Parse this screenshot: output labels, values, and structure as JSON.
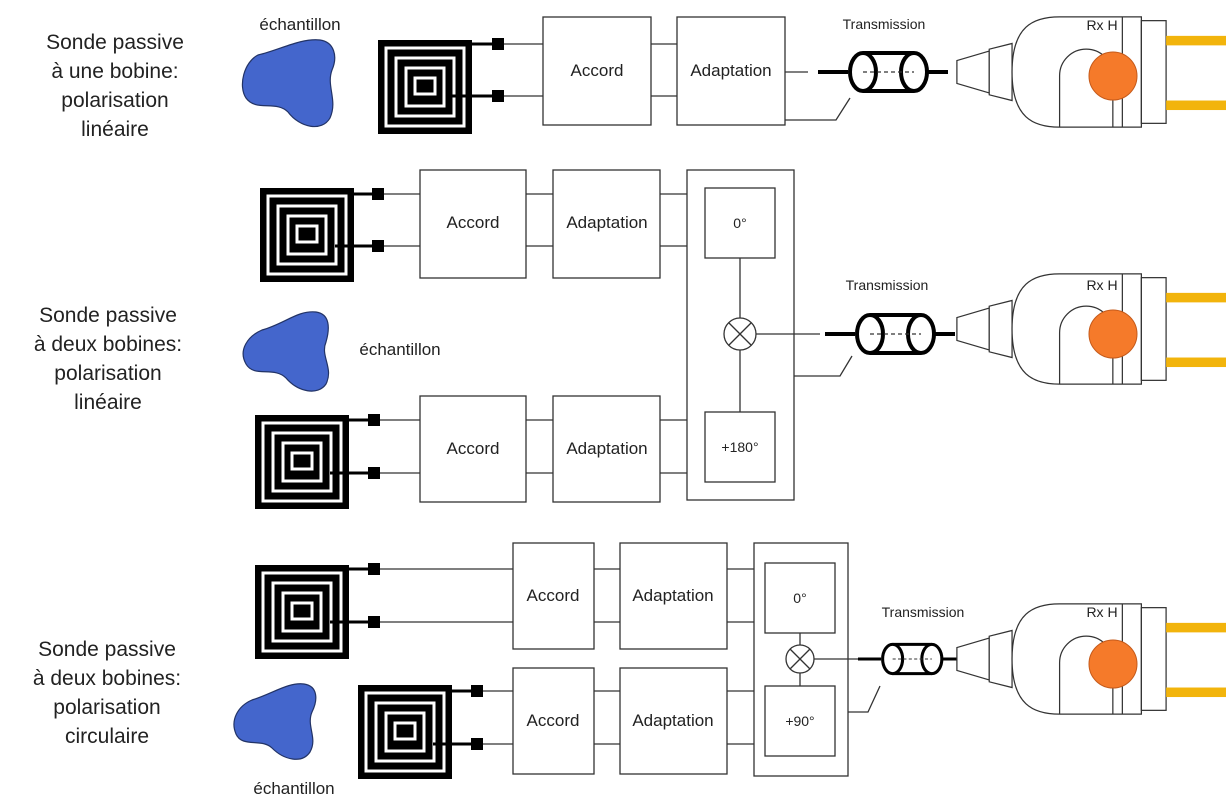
{
  "sections": [
    {
      "title_lines": [
        "Sonde passive",
        "à une bobine:",
        "polarisation",
        "linéaire"
      ],
      "sample_label": "échantillon",
      "blocks": [
        "Accord",
        "Adaptation"
      ],
      "transmission_label": "Transmission",
      "receiver_label": "Rx H"
    },
    {
      "title_lines": [
        "Sonde passive",
        "à deux bobines:",
        "polarisation",
        "linéaire"
      ],
      "sample_label": "échantillon",
      "blocks_top": [
        "Accord",
        "Adaptation"
      ],
      "blocks_bottom": [
        "Accord",
        "Adaptation"
      ],
      "phase_top": "0°",
      "phase_bottom": "+180°",
      "transmission_label": "Transmission",
      "receiver_label": "Rx H"
    },
    {
      "title_lines": [
        "Sonde passive",
        "à deux bobines:",
        "polarisation",
        "circulaire"
      ],
      "sample_label": "échantillon",
      "blocks_top": [
        "Accord",
        "Adaptation"
      ],
      "blocks_bottom": [
        "Accord",
        "Adaptation"
      ],
      "phase_top": "0°",
      "phase_bottom": "+90°",
      "transmission_label": "Transmission",
      "receiver_label": "Rx H"
    }
  ],
  "colors": {
    "sample_blob": "#4466cc",
    "receiver_dot": "#f57a2a",
    "connector_pins": "#f2b40c"
  }
}
